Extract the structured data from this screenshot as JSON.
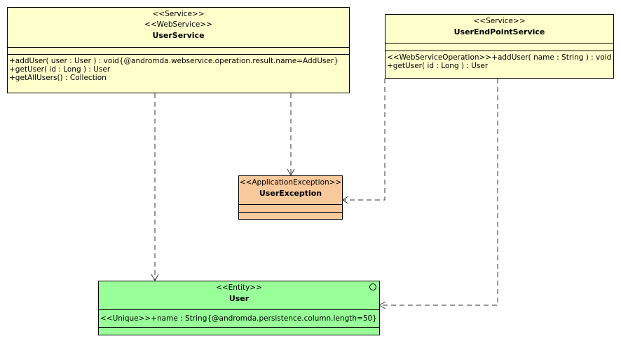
{
  "colors": {
    "service_fill": "#ffffcc",
    "exception_fill": "#f9c89b",
    "entity_fill": "#99ff99",
    "line": "#333333"
  },
  "classes": {
    "user_service": {
      "stereotypes": [
        "<<Service>>",
        "<<WebService>>"
      ],
      "name": "UserService",
      "attributes": [],
      "operations": [
        "+addUser( user : User ) : void{@andromda.webservice.operation.result.name=AddUser}",
        "+getUser( id : Long ) : User",
        "+getAllUsers() : Collection"
      ]
    },
    "user_endpoint_service": {
      "stereotypes": [
        "<<Service>>"
      ],
      "name": "UserEndPointService",
      "attributes": [],
      "operations": [
        "<<WebServiceOperation>>+addUser( name : String ) : void",
        "+getUser( id : Long ) : User"
      ]
    },
    "user_exception": {
      "stereotypes": [
        "<<ApplicationException>>"
      ],
      "name": "UserException",
      "attributes": [],
      "operations": []
    },
    "user": {
      "stereotypes": [
        "<<Entity>>"
      ],
      "name": "User",
      "icon": "entity-circle-icon",
      "attributes": [
        "<<Unique>>+name : String{@andromda.persistence.column.length=50}"
      ],
      "operations": []
    }
  },
  "dependencies": [
    {
      "from": "UserService",
      "to": "User"
    },
    {
      "from": "UserService",
      "to": "UserException"
    },
    {
      "from": "UserEndPointService",
      "to": "UserException"
    },
    {
      "from": "UserEndPointService",
      "to": "User"
    }
  ]
}
